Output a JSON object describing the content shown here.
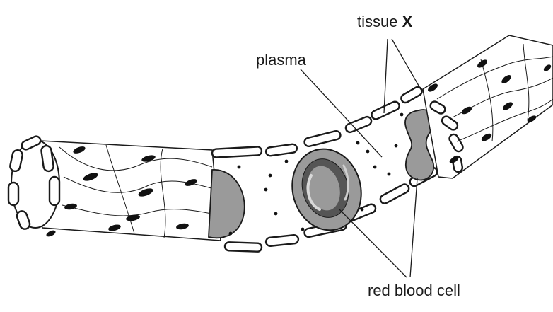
{
  "labels": {
    "tissue_prefix": "tissue ",
    "tissue_letter": "X",
    "plasma": "plasma",
    "red_blood_cell": "red blood cell"
  },
  "colors": {
    "outline": "#1a1a1a",
    "rbc_fill": "#9a9a9a",
    "rbc_dark_ring": "#555555",
    "rbc_light": "#bdbdbd",
    "background": "#ffffff"
  }
}
